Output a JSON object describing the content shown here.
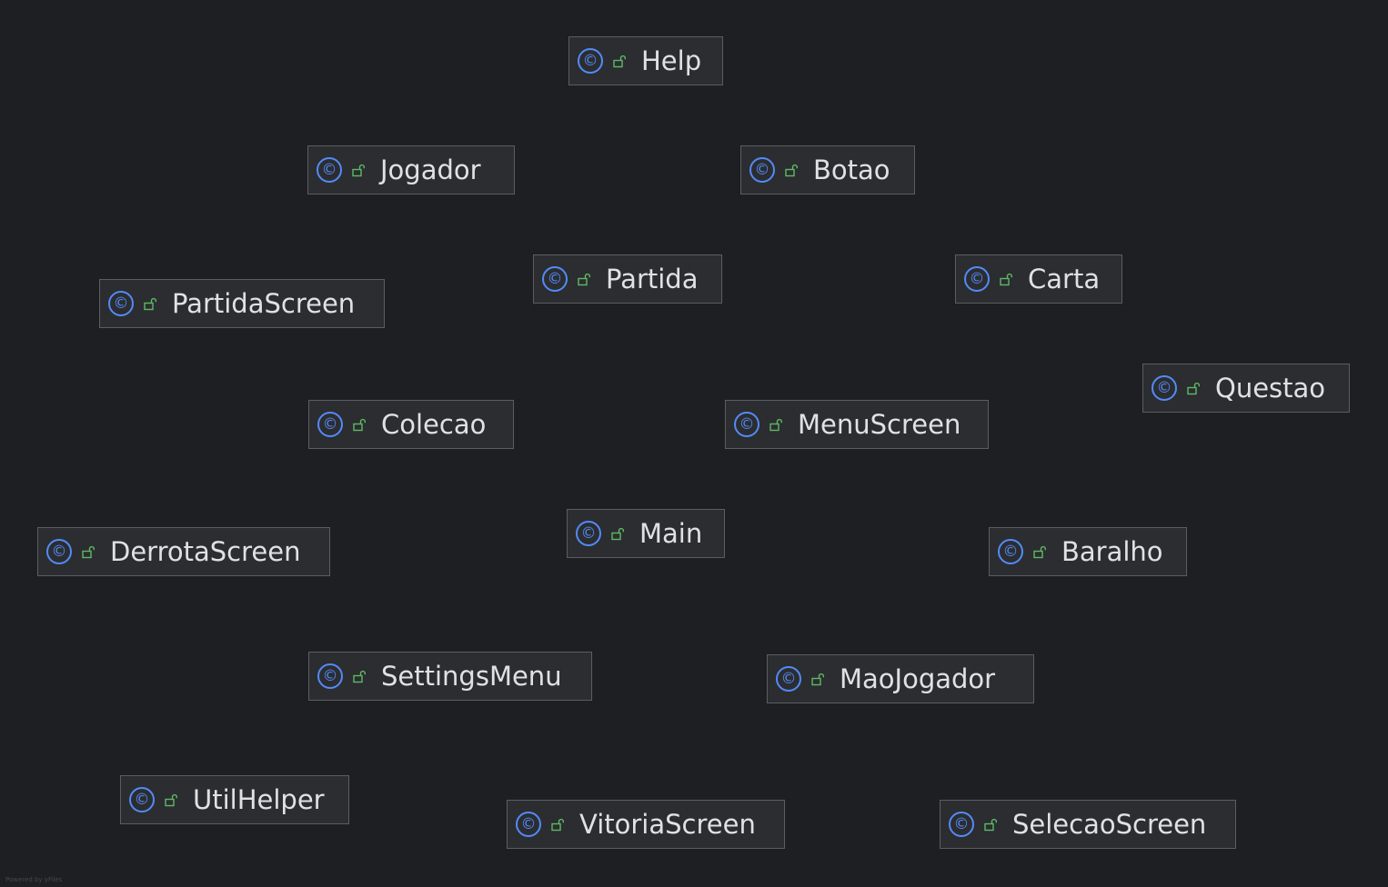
{
  "diagram": {
    "background": "#1e1f22",
    "node_fill": "#2b2d30",
    "node_border": "#5a5d63",
    "class_icon": "class-icon",
    "class_icon_glyph": "©",
    "class_icon_color": "#548af7",
    "visibility_icon": "public-lock-icon",
    "visibility_icon_color": "#5fb865",
    "nodes": [
      {
        "label": "Help"
      },
      {
        "label": "Jogador"
      },
      {
        "label": "Botao"
      },
      {
        "label": "PartidaScreen"
      },
      {
        "label": "Partida"
      },
      {
        "label": "Carta"
      },
      {
        "label": "Questao"
      },
      {
        "label": "Colecao"
      },
      {
        "label": "MenuScreen"
      },
      {
        "label": "DerrotaScreen"
      },
      {
        "label": "Main"
      },
      {
        "label": "Baralho"
      },
      {
        "label": "SettingsMenu"
      },
      {
        "label": "MaoJogador"
      },
      {
        "label": "UtilHelper"
      },
      {
        "label": "VitoriaScreen"
      },
      {
        "label": "SelecaoScreen"
      }
    ]
  },
  "footer": {
    "text": "Powered by yFiles"
  }
}
